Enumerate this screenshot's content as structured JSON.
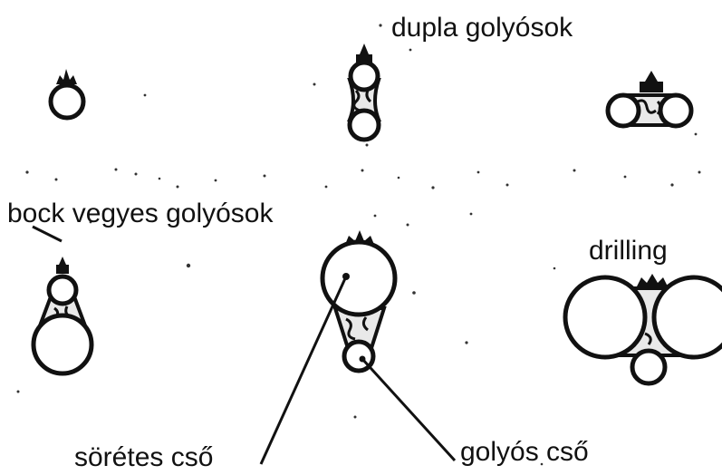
{
  "labels": {
    "dupla_golyosok": "dupla golyósok",
    "bock_vegyes_golyosok": "bock vegyes golyósok",
    "drilling": "drilling",
    "soretes_cso": "sörétes cső",
    "golyos_cso": "golyós cső"
  },
  "colors": {
    "ink": "#111111",
    "background": "#ffffff"
  }
}
